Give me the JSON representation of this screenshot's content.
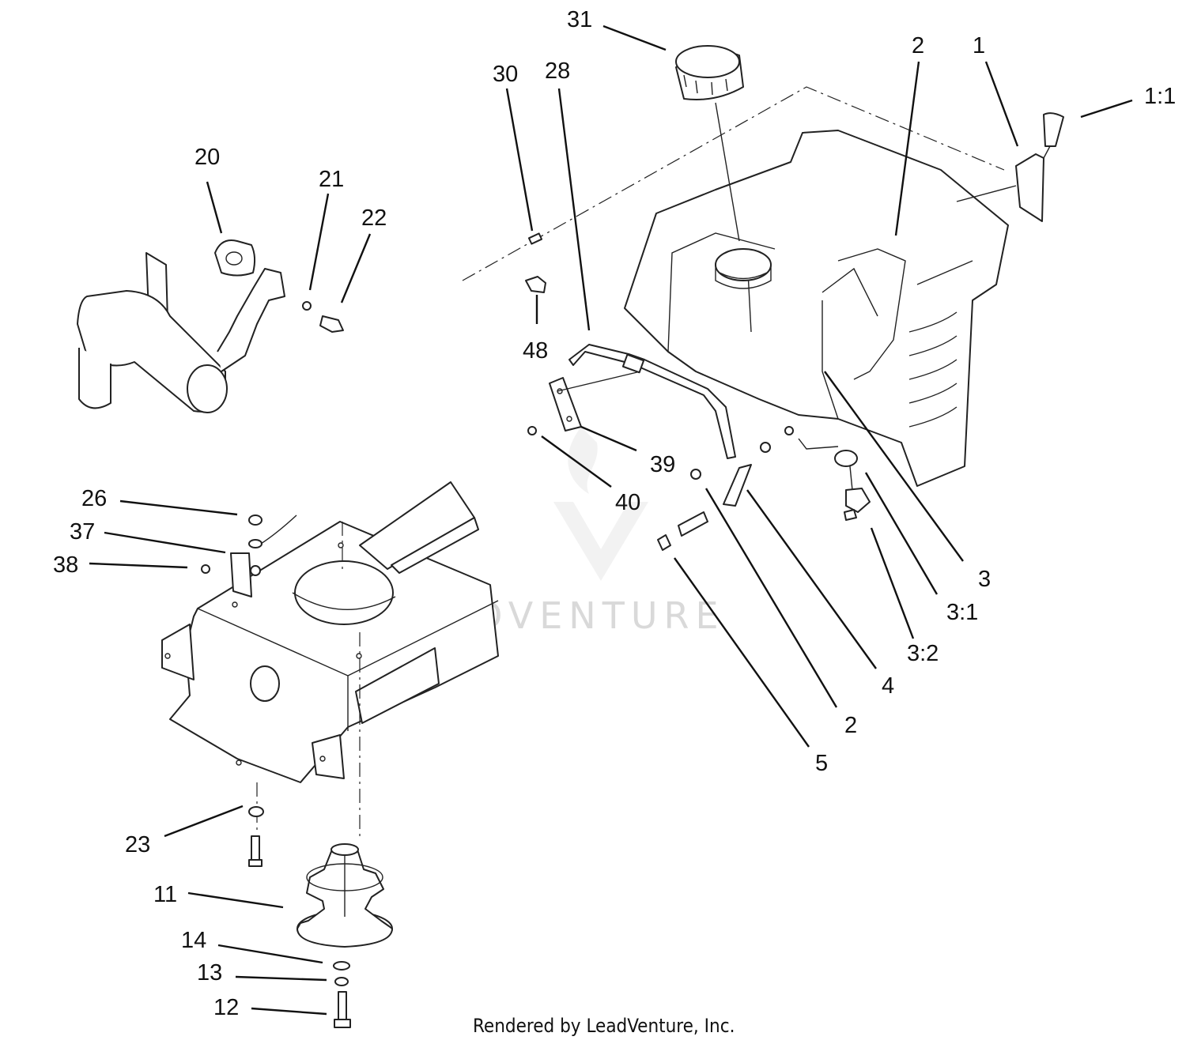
{
  "callouts": [
    {
      "id": "c31",
      "text": "31"
    },
    {
      "id": "c2a",
      "text": "2"
    },
    {
      "id": "c1",
      "text": "1"
    },
    {
      "id": "c1_1",
      "text": "1:1"
    },
    {
      "id": "c30",
      "text": "30"
    },
    {
      "id": "c28",
      "text": "28"
    },
    {
      "id": "c20",
      "text": "20"
    },
    {
      "id": "c21",
      "text": "21"
    },
    {
      "id": "c22",
      "text": "22"
    },
    {
      "id": "c48",
      "text": "48"
    },
    {
      "id": "c39",
      "text": "39"
    },
    {
      "id": "c40",
      "text": "40"
    },
    {
      "id": "c26",
      "text": "26"
    },
    {
      "id": "c37",
      "text": "37"
    },
    {
      "id": "c38",
      "text": "38"
    },
    {
      "id": "c3",
      "text": "3"
    },
    {
      "id": "c3_1",
      "text": "3:1"
    },
    {
      "id": "c3_2",
      "text": "3:2"
    },
    {
      "id": "c4",
      "text": "4"
    },
    {
      "id": "c2b",
      "text": "2"
    },
    {
      "id": "c5",
      "text": "5"
    },
    {
      "id": "c23",
      "text": "23"
    },
    {
      "id": "c11",
      "text": "11"
    },
    {
      "id": "c14",
      "text": "14"
    },
    {
      "id": "c13",
      "text": "13"
    },
    {
      "id": "c12",
      "text": "12"
    }
  ],
  "watermark": "LEADVENTURE",
  "footer": "Rendered by LeadVenture, Inc."
}
